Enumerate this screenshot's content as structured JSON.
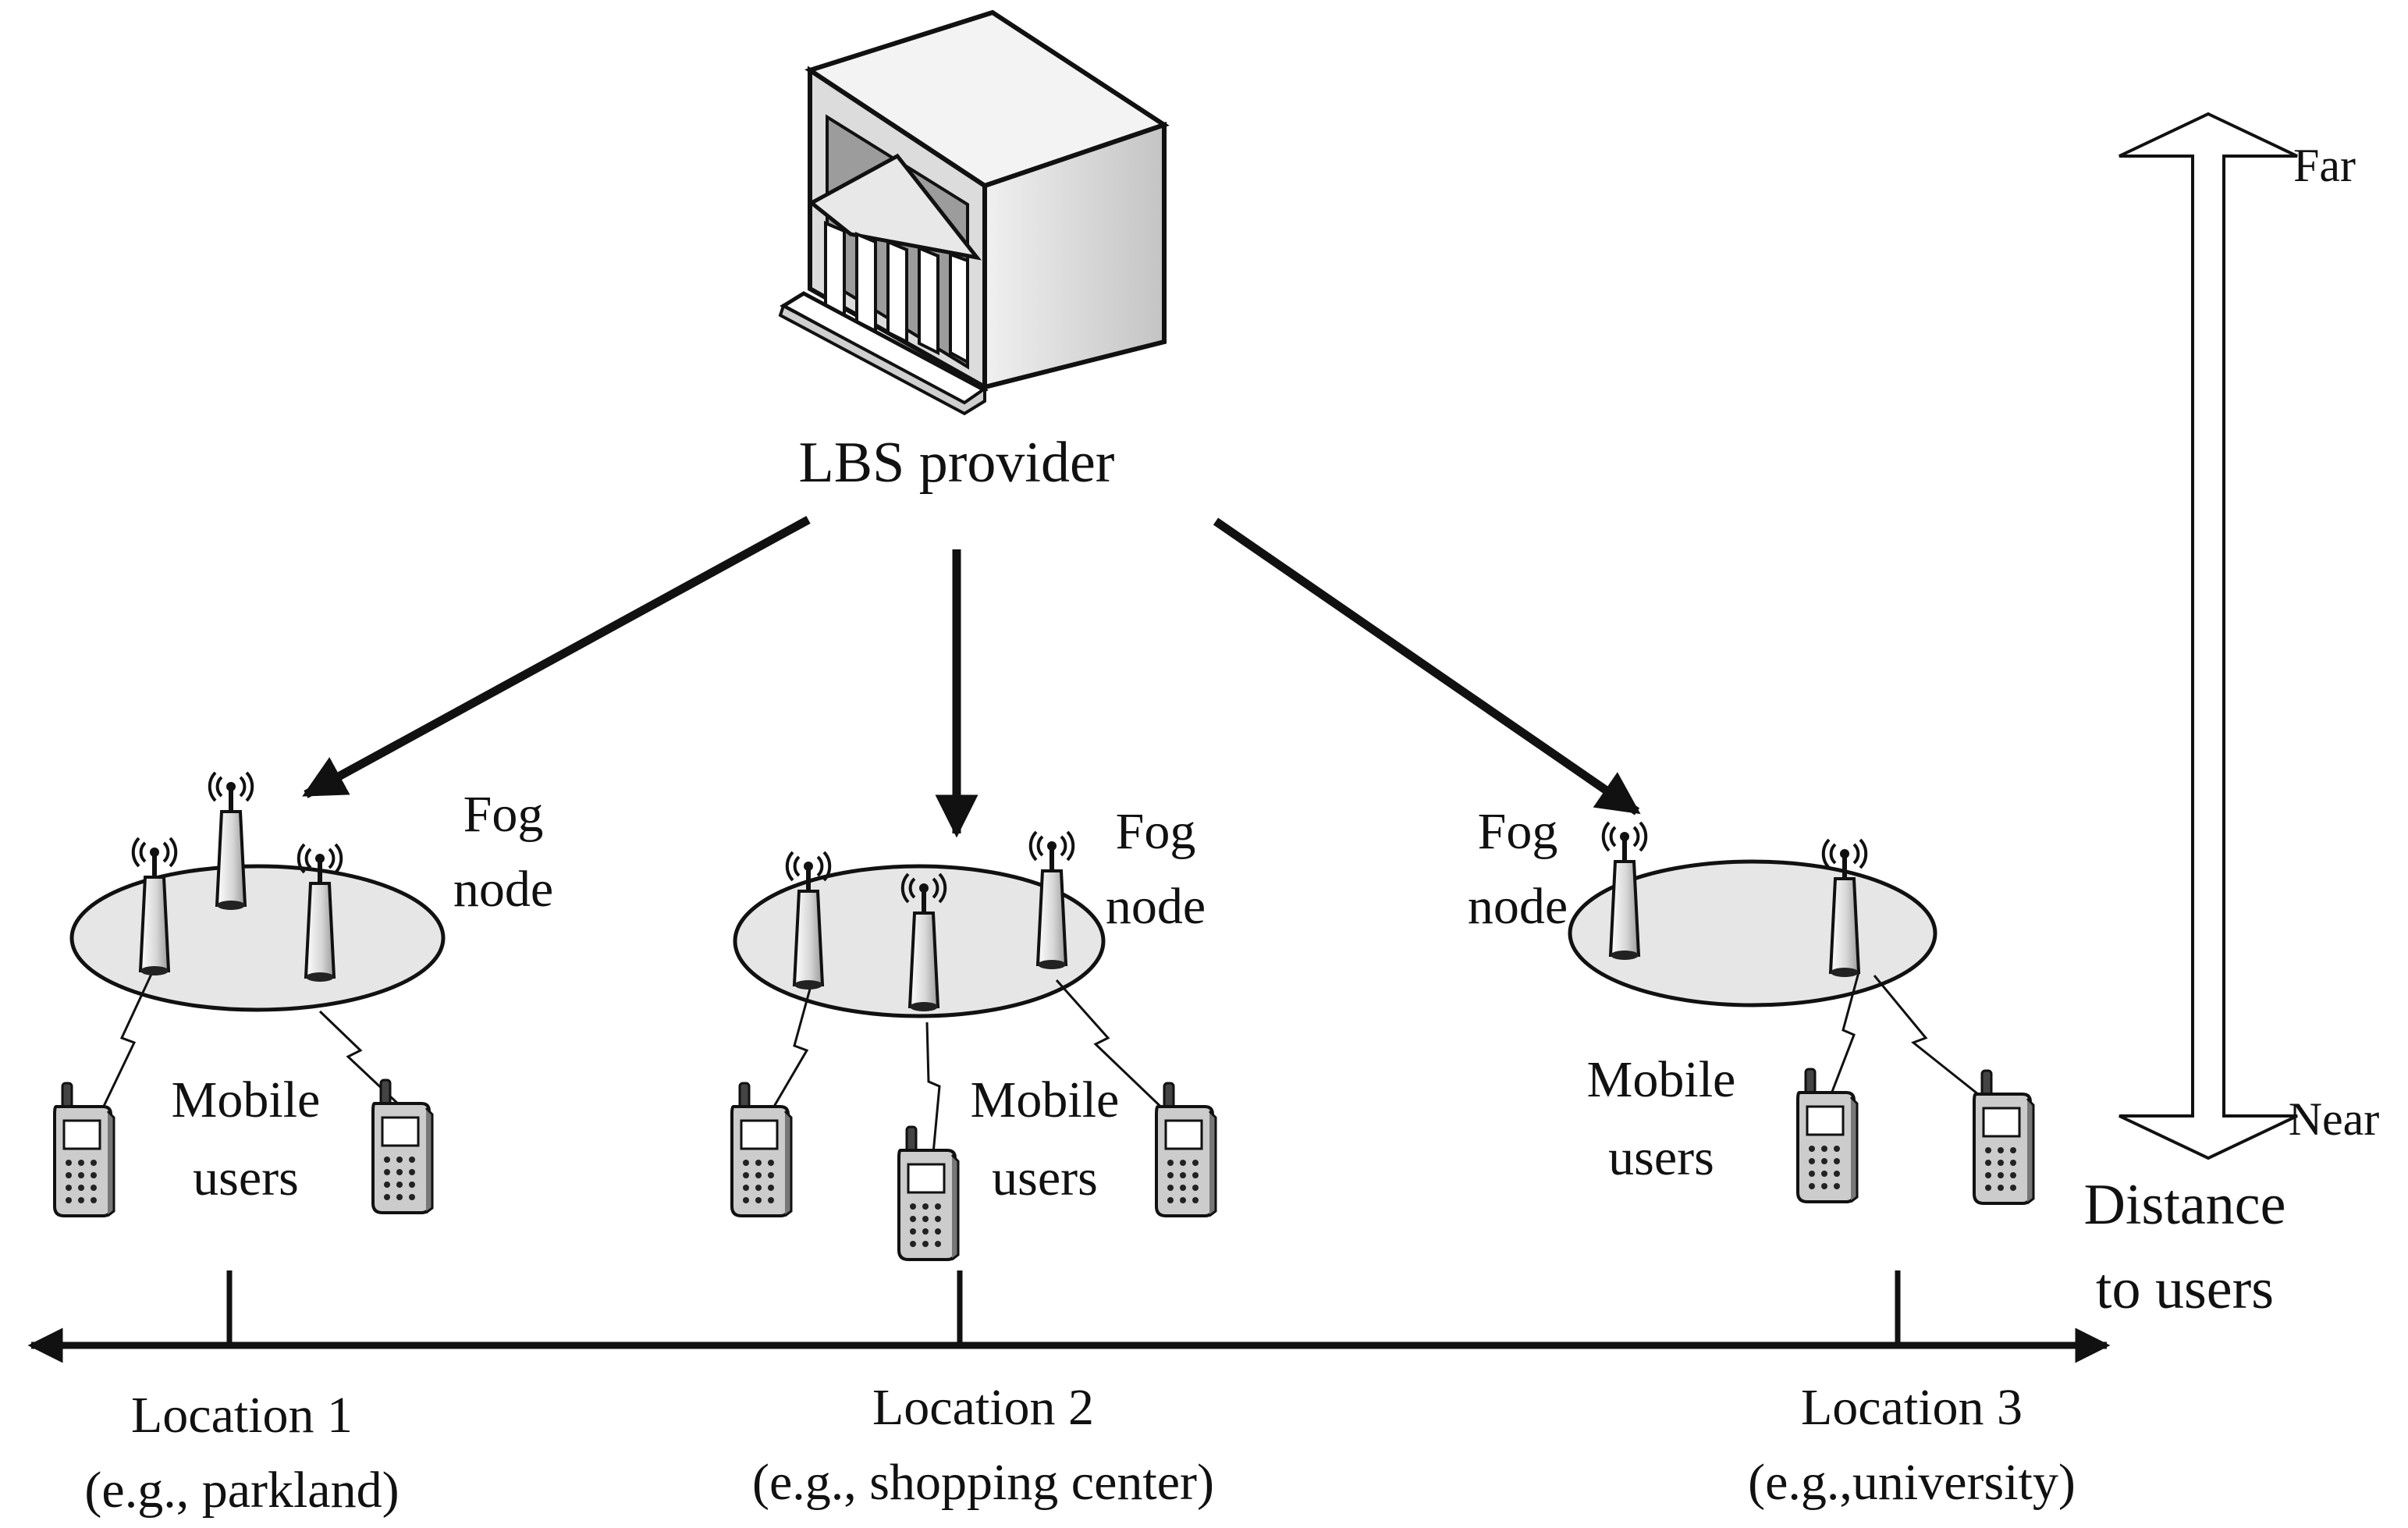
{
  "provider": {
    "label": "LBS provider"
  },
  "clusters": [
    {
      "fog_label_1": "Fog",
      "fog_label_2": "node",
      "users_label_1": "Mobile",
      "users_label_2": "users"
    },
    {
      "fog_label_1": "Fog",
      "fog_label_2": "node",
      "users_label_1": "Mobile",
      "users_label_2": "users"
    },
    {
      "fog_label_1": "Fog",
      "fog_label_2": "node",
      "users_label_1": "Mobile",
      "users_label_2": "users"
    }
  ],
  "locations": [
    {
      "name": "Location 1",
      "example": "(e.g., parkland)"
    },
    {
      "name": "Location 2",
      "example": "(e.g., shopping center)"
    },
    {
      "name": "Location 3",
      "example": "(e.g.,university)"
    }
  ],
  "distance_scale": {
    "far": "Far",
    "near": "Near",
    "caption_1": "Distance",
    "caption_2": "to users"
  },
  "colors": {
    "ink": "#111111",
    "fog_fill": "#e6e6e6",
    "server_face": "#d8d8d8",
    "server_top": "#f2f2f2",
    "phone_body": "#cccccc"
  },
  "icons": {
    "provider": "server-building-icon",
    "tower": "antenna-tower-icon",
    "phone": "mobile-phone-icon"
  }
}
